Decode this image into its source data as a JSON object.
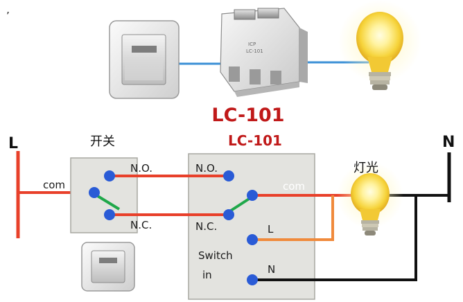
{
  "top": {
    "stray_mark": "’",
    "title": "LC-101"
  },
  "diagram": {
    "module_label": "LC-101",
    "line_L": "L",
    "line_N": "N",
    "switch_label": "开关",
    "light_label": "灯光",
    "left_switch": {
      "com": "com",
      "no": "N.O.",
      "nc": "N.C."
    },
    "module": {
      "no": "N.O.",
      "nc": "N.C.",
      "com": "com",
      "L": "L",
      "switch_in_1": "Switch",
      "switch_in_2": "in",
      "N": "N"
    }
  },
  "colors": {
    "live_wire": "#e8402a",
    "neutral_wire": "#111111",
    "orange_wire": "#f08a3c",
    "green_link": "#1fa84a",
    "terminal": "#2a5bd6",
    "box_fill": "#e3e3df",
    "title_red": "#c01919",
    "blue_wire": "#3a8fd6"
  },
  "icons": [
    "light-switch-icon",
    "light-bulb-icon",
    "controller-module-icon"
  ]
}
